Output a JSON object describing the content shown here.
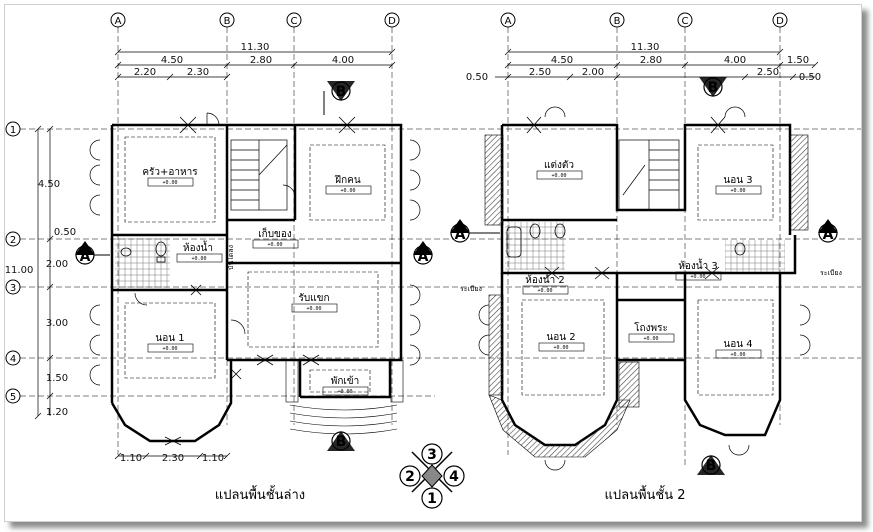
{
  "plans": [
    {
      "caption": "แปลนพื้นชั้นล่าง",
      "grid_top": [
        "A",
        "B",
        "C",
        "D"
      ],
      "grid_left": [
        "1",
        "2",
        "3",
        "4",
        "5"
      ],
      "total_width": "11.30",
      "dims_row1": [
        "4.50",
        "2.80",
        "4.00"
      ],
      "dims_row2": [
        "2.20",
        "2.30"
      ],
      "dims_left": [
        "4.50",
        "0.50",
        "2.00",
        "3.00",
        "1.50",
        "1.20"
      ],
      "total_height": "11.00",
      "dims_bottom": [
        "1.10",
        "2.30",
        "1.10"
      ],
      "rooms": [
        {
          "name": "ครัว+อาหาร",
          "level": "+0.00"
        },
        {
          "name": "ฝึกคน",
          "level": "+0.00"
        },
        {
          "name": "ห้องน้ำ",
          "level": "+0.00"
        },
        {
          "name": "เก็บของ",
          "level": "+0.00"
        },
        {
          "name": "รับแขก",
          "level": "+0.00"
        },
        {
          "name": "นอน 1",
          "level": "+0.00"
        },
        {
          "name": "พักเข้า",
          "level": "+0.00"
        }
      ],
      "labels": {
        "stair": "บันไดลง"
      },
      "section_a": "A",
      "section_b": "B"
    },
    {
      "caption": "แปลนพื้นชั้น 2",
      "grid_top": [
        "A",
        "B",
        "C",
        "D"
      ],
      "total_width": "11.30",
      "dims_row1": [
        "4.50",
        "2.80",
        "4.00",
        "1.50"
      ],
      "dims_row2": [
        "0.50",
        "2.50",
        "2.00",
        "2.50",
        "0.50"
      ],
      "rooms": [
        {
          "name": "แต่งตัว",
          "level": "+0.00"
        },
        {
          "name": "นอน 3",
          "level": "+0.00"
        },
        {
          "name": "ห้องน้ำ 2",
          "level": "+0.00"
        },
        {
          "name": "ห้องน้ำ 3",
          "level": "+0.00"
        },
        {
          "name": "นอน 2",
          "level": "+0.00"
        },
        {
          "name": "โถงพระ",
          "level": "+0.00"
        },
        {
          "name": "นอน 4",
          "level": "+0.00"
        }
      ],
      "labels": {
        "balcony_left": "ระเบียง",
        "balcony_right": "ระเบียง"
      },
      "section_a": "A",
      "section_b": "B"
    }
  ],
  "compass": [
    "3",
    "2",
    "4",
    "1"
  ],
  "colors": {
    "line": "#000000",
    "hatch": "#555555",
    "shadow": "#7a7a7a"
  }
}
